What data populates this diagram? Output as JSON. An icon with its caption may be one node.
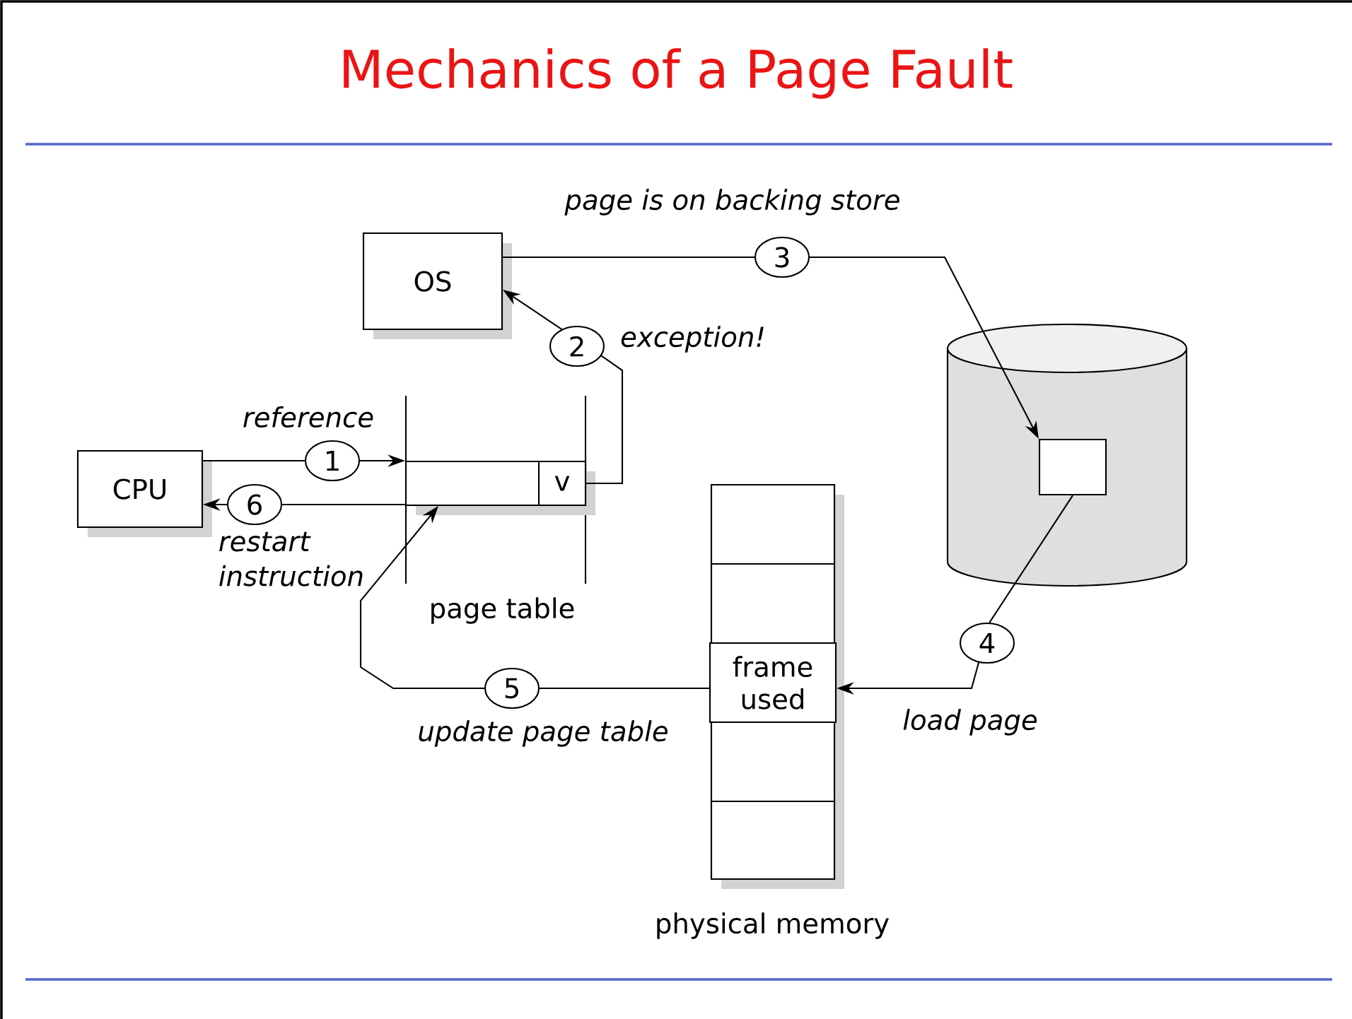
{
  "diagram": {
    "title": "Mechanics of a Page Fault",
    "nodes": [
      {
        "text": [
          "OS"
        ]
      },
      {
        "text": [
          "CPU"
        ]
      },
      {
        "text": [],
        "shape": "box",
        "beside": [
          "page table"
        ]
      },
      {
        "text": [
          "v"
        ],
        "in": 2
      },
      {
        "text": [],
        "shape": "cylinder"
      },
      {
        "text": [],
        "shape": "box",
        "in": 4
      },
      {
        "text": [],
        "shape": "box",
        "beside": [
          "physical memory"
        ]
      },
      {
        "text": [],
        "shape": "box",
        "in": 6
      },
      {
        "text": [],
        "shape": "box",
        "in": 6
      },
      {
        "text": [
          "frame used"
        ],
        "in": 6
      },
      {
        "text": [],
        "shape": "box",
        "in": 6
      },
      {
        "text": [],
        "shape": "box",
        "in": 6
      }
    ],
    "edges": [
      {
        "from": 1,
        "to": 2,
        "arrow": "to",
        "label": "1"
      },
      {
        "from": 3,
        "to": 0,
        "arrow": "to",
        "label": "2"
      },
      {
        "from": 0,
        "to": 5,
        "arrow": "to",
        "label": "3"
      },
      {
        "from": 5,
        "to": 9,
        "arrow": "to",
        "label": "4"
      },
      {
        "from": 9,
        "to": 2,
        "arrow": "to",
        "label": "5"
      },
      {
        "from": 2,
        "to": 1,
        "arrow": "to",
        "label": "6"
      }
    ],
    "labels": [
      "page is on backing store",
      "exception!",
      "reference",
      "restart instruction",
      "update page table",
      "load page"
    ]
  }
}
